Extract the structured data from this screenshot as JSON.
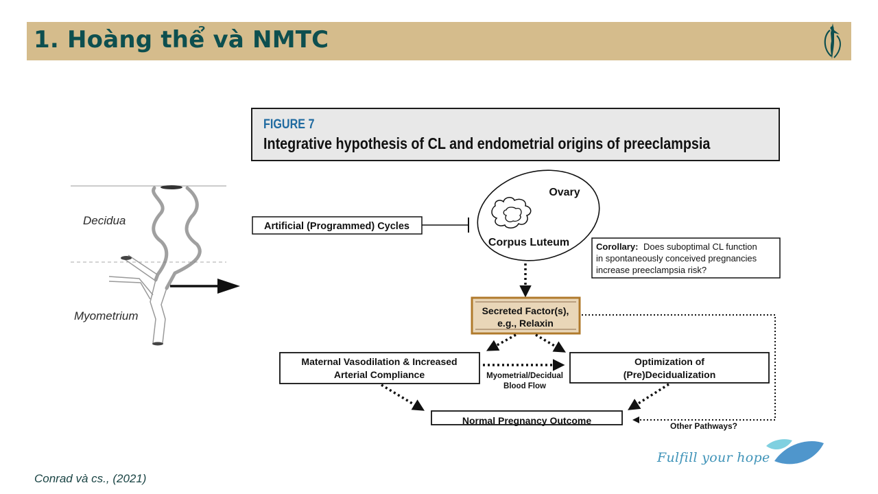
{
  "slide": {
    "title": "1. Hoàng thể và NMTC",
    "citation": "Conrad và cs., (2021)",
    "tagline": "Fulfill your hope",
    "colors": {
      "title_bar": "#d5bc8c",
      "title_text": "#0d4f4f",
      "figure_label": "#1f6aa0",
      "secreted_box_border": "#b07a2c",
      "secreted_box_fill": "#e9d6b8",
      "tagline": "#3f93b8",
      "leaf_light": "#7fd0e0",
      "leaf_dark": "#4f96cc"
    },
    "icons": {
      "logo": "dancing-figure-logo-icon",
      "tagline_logo": "leaves-logo-icon"
    }
  },
  "artery_illustration": {
    "upper_label": "Decidua",
    "lower_label": "Myometrium"
  },
  "figure": {
    "label": "FIGURE 7",
    "title": "Integrative hypothesis of CL and endometrial origins of preeclampsia",
    "nodes": {
      "artificial_cycles": "Artificial (Programmed) Cycles",
      "ovary": "Ovary",
      "corpus_luteum": "Corpus Luteum",
      "corollary_bold": "Corollary:",
      "corollary_line1": "Does suboptimal CL function",
      "corollary_line2": "in spontaneously conceived pregnancies",
      "corollary_line3": "increase preeclampsia risk?",
      "secreted_line1": "Secreted Factor(s),",
      "secreted_line2": "e.g., Relaxin",
      "maternal_line1": "Maternal Vasodilation & Increased",
      "maternal_line2": "Arterial Compliance",
      "optimization_line1": "Optimization of",
      "optimization_line2": "(Pre)Decidualization",
      "blood_flow_line1": "Myometrial/Decidual",
      "blood_flow_line2": "Blood Flow",
      "outcome": "Normal Pregnancy Outcome",
      "other_pathways": "Other Pathways?"
    },
    "edges": [
      {
        "from": "artificial_cycles",
        "to": "ovary",
        "type": "inhibition"
      },
      {
        "from": "corpus_luteum",
        "to": "secreted",
        "type": "dotted-arrow"
      },
      {
        "from": "secreted",
        "to": "maternal",
        "type": "dotted-arrow"
      },
      {
        "from": "secreted",
        "to": "optimization",
        "type": "dotted-arrow"
      },
      {
        "from": "maternal",
        "to": "optimization",
        "type": "dotted-arrow",
        "label": "Myometrial/Decidual Blood Flow"
      },
      {
        "from": "maternal",
        "to": "outcome",
        "type": "dotted-arrow"
      },
      {
        "from": "optimization",
        "to": "outcome",
        "type": "dotted-arrow"
      },
      {
        "from": "secreted",
        "to": "outcome",
        "type": "dotted-arrow",
        "label": "Other Pathways?"
      }
    ]
  }
}
